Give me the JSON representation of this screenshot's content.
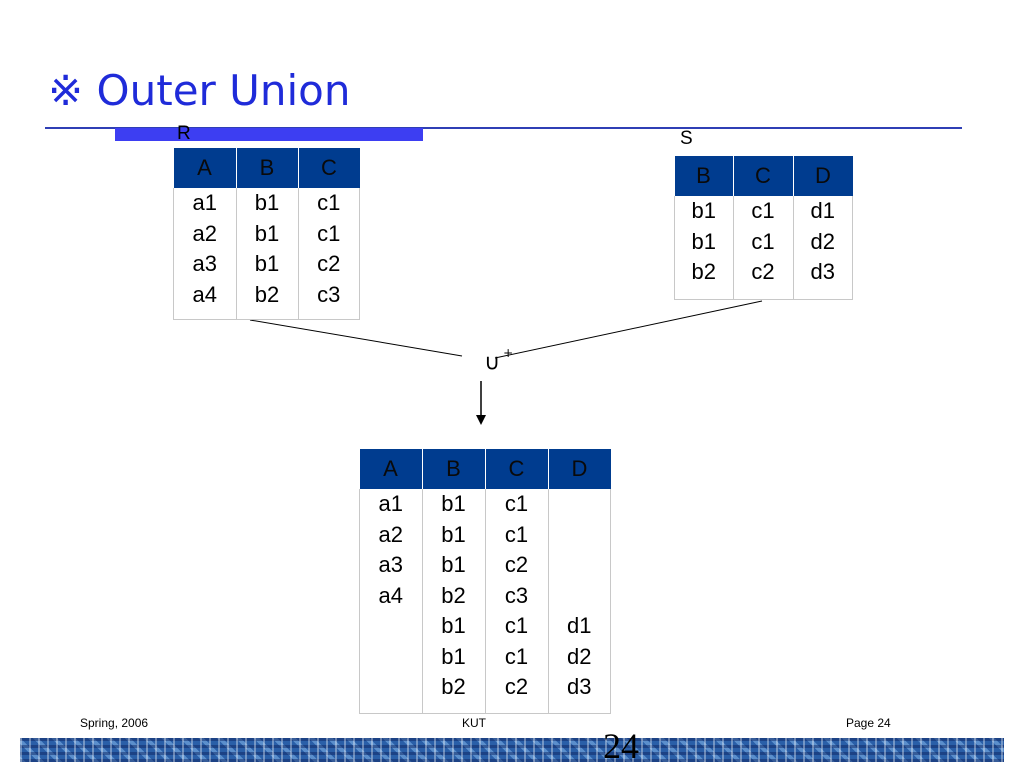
{
  "slide": {
    "title": "※ Outer Union"
  },
  "relations": {
    "r": {
      "label": "R",
      "columns": [
        "A",
        "B",
        "C"
      ],
      "values": [
        [
          "a1",
          "a2",
          "a3",
          "a4"
        ],
        [
          "b1",
          "b1",
          "b1",
          "b2"
        ],
        [
          "c1",
          "c1",
          "c2",
          "c3"
        ]
      ]
    },
    "s": {
      "label": "S",
      "columns": [
        "B",
        "C",
        "D"
      ],
      "values": [
        [
          "b1",
          "b1",
          "b2"
        ],
        [
          "c1",
          "c1",
          "c2"
        ],
        [
          "d1",
          "d2",
          "d3"
        ]
      ]
    },
    "result": {
      "columns": [
        "A",
        "B",
        "C",
        "D"
      ],
      "values": [
        [
          "a1",
          "a2",
          "a3",
          "a4",
          "",
          "",
          ""
        ],
        [
          "b1",
          "b1",
          "b1",
          "b2",
          "b1",
          "b1",
          "b2"
        ],
        [
          "c1",
          "c1",
          "c2",
          "c3",
          "c1",
          "c1",
          "c2"
        ],
        [
          "",
          "",
          "",
          "",
          "d1",
          "d2",
          "d3"
        ]
      ]
    }
  },
  "operator": {
    "symbol": "∪",
    "superscript": "+"
  },
  "footer": {
    "left": "Spring, 2006",
    "center": "KUT",
    "right": "Page 24",
    "slide_number": "24"
  }
}
